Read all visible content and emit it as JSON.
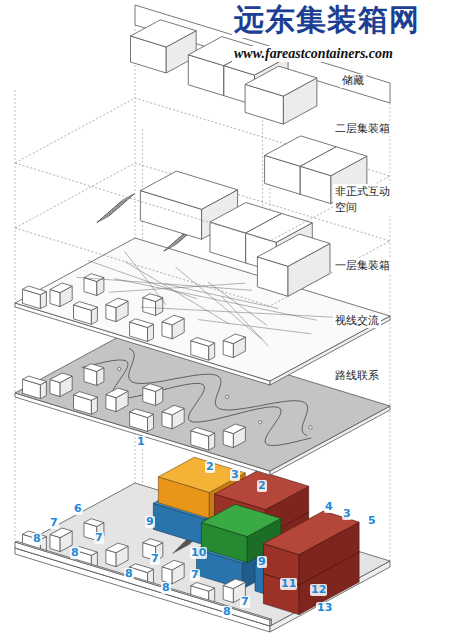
{
  "diagram": {
    "labels": [
      "远东集装箱网",
      "www.fareastcontainers.com",
      "储藏",
      "二层集装箱",
      "非正式互动 空间",
      "一层集装箱",
      "视线交流",
      "路线联系",
      "1",
      "2",
      "3",
      "2",
      "4",
      "3",
      "5",
      "6",
      "7",
      "8",
      "7",
      "8",
      "9",
      "10",
      "9",
      "7",
      "8",
      "7",
      "8",
      "11",
      "12",
      "13",
      "7",
      "8"
    ]
  }
}
